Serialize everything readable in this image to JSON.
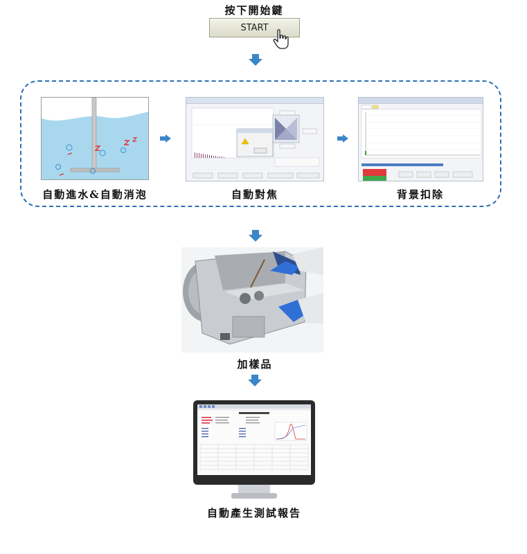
{
  "step1": {
    "label": "按下開始鍵",
    "button": "START"
  },
  "process": {
    "panel1": {
      "label": "自動進水&自動消泡"
    },
    "panel2": {
      "label": "自動對焦"
    },
    "panel3": {
      "label": "背景扣除"
    }
  },
  "step3": {
    "label": "加樣品"
  },
  "step4": {
    "label": "自動產生測試報告"
  },
  "colors": {
    "arrow": "#3b86c8",
    "dashed_border": "#2c6fb5",
    "water": "#9fd3ea"
  }
}
